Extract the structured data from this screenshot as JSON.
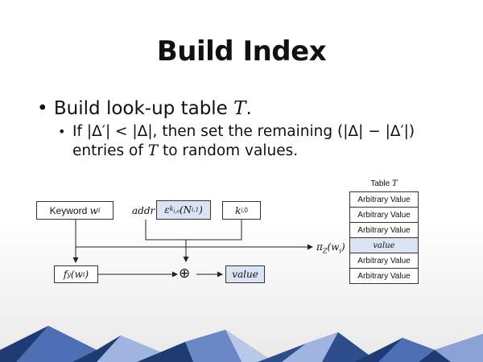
{
  "slide": {
    "title": "Build Index",
    "bullet1_prefix": "Build look-up table ",
    "bullet1_var": "T",
    "bullet1_suffix": ".",
    "bullet2_a": "If |Δ′| < |Δ|, then set the remaining (|Δ| − |Δ′|)",
    "bullet2_b_prefix": "entries of ",
    "bullet2_b_var": "T",
    "bullet2_b_suffix": " to random values."
  },
  "diagram": {
    "keyword_label": "Keyword ",
    "keyword_var": "w",
    "keyword_sub": "i",
    "addr_label": "addr",
    "enc_symbol": "ε",
    "enc_sub": "k",
    "enc_subsub": "i,o",
    "enc_arg": "(N",
    "enc_arg_sub": "i,1",
    "enc_close": ")",
    "key_var": "k",
    "key_sub": "i,0",
    "pi_label": "π",
    "pi_sub": "Z",
    "pi_arg": "(w",
    "pi_arg_sub": "i",
    "pi_close": ")",
    "f_label": "f",
    "f_sub": "y",
    "f_arg": "(w",
    "f_arg_sub": "i",
    "f_close": ")",
    "xor_symbol": "⊕",
    "value_label": "value"
  },
  "table": {
    "title_prefix": "Table ",
    "title_var": "T",
    "rows": [
      "Arbitrary Value",
      "Arbitrary Value",
      "Arbitrary Value",
      "value",
      "Arbitrary Value",
      "Arbitrary Value"
    ],
    "highlight_index": 3
  },
  "colors": {
    "highlight": "#dbe4f3",
    "mountain_dark": "#1f3b73",
    "mountain_mid": "#4f6fb5",
    "mountain_light": "#9fb4de"
  }
}
